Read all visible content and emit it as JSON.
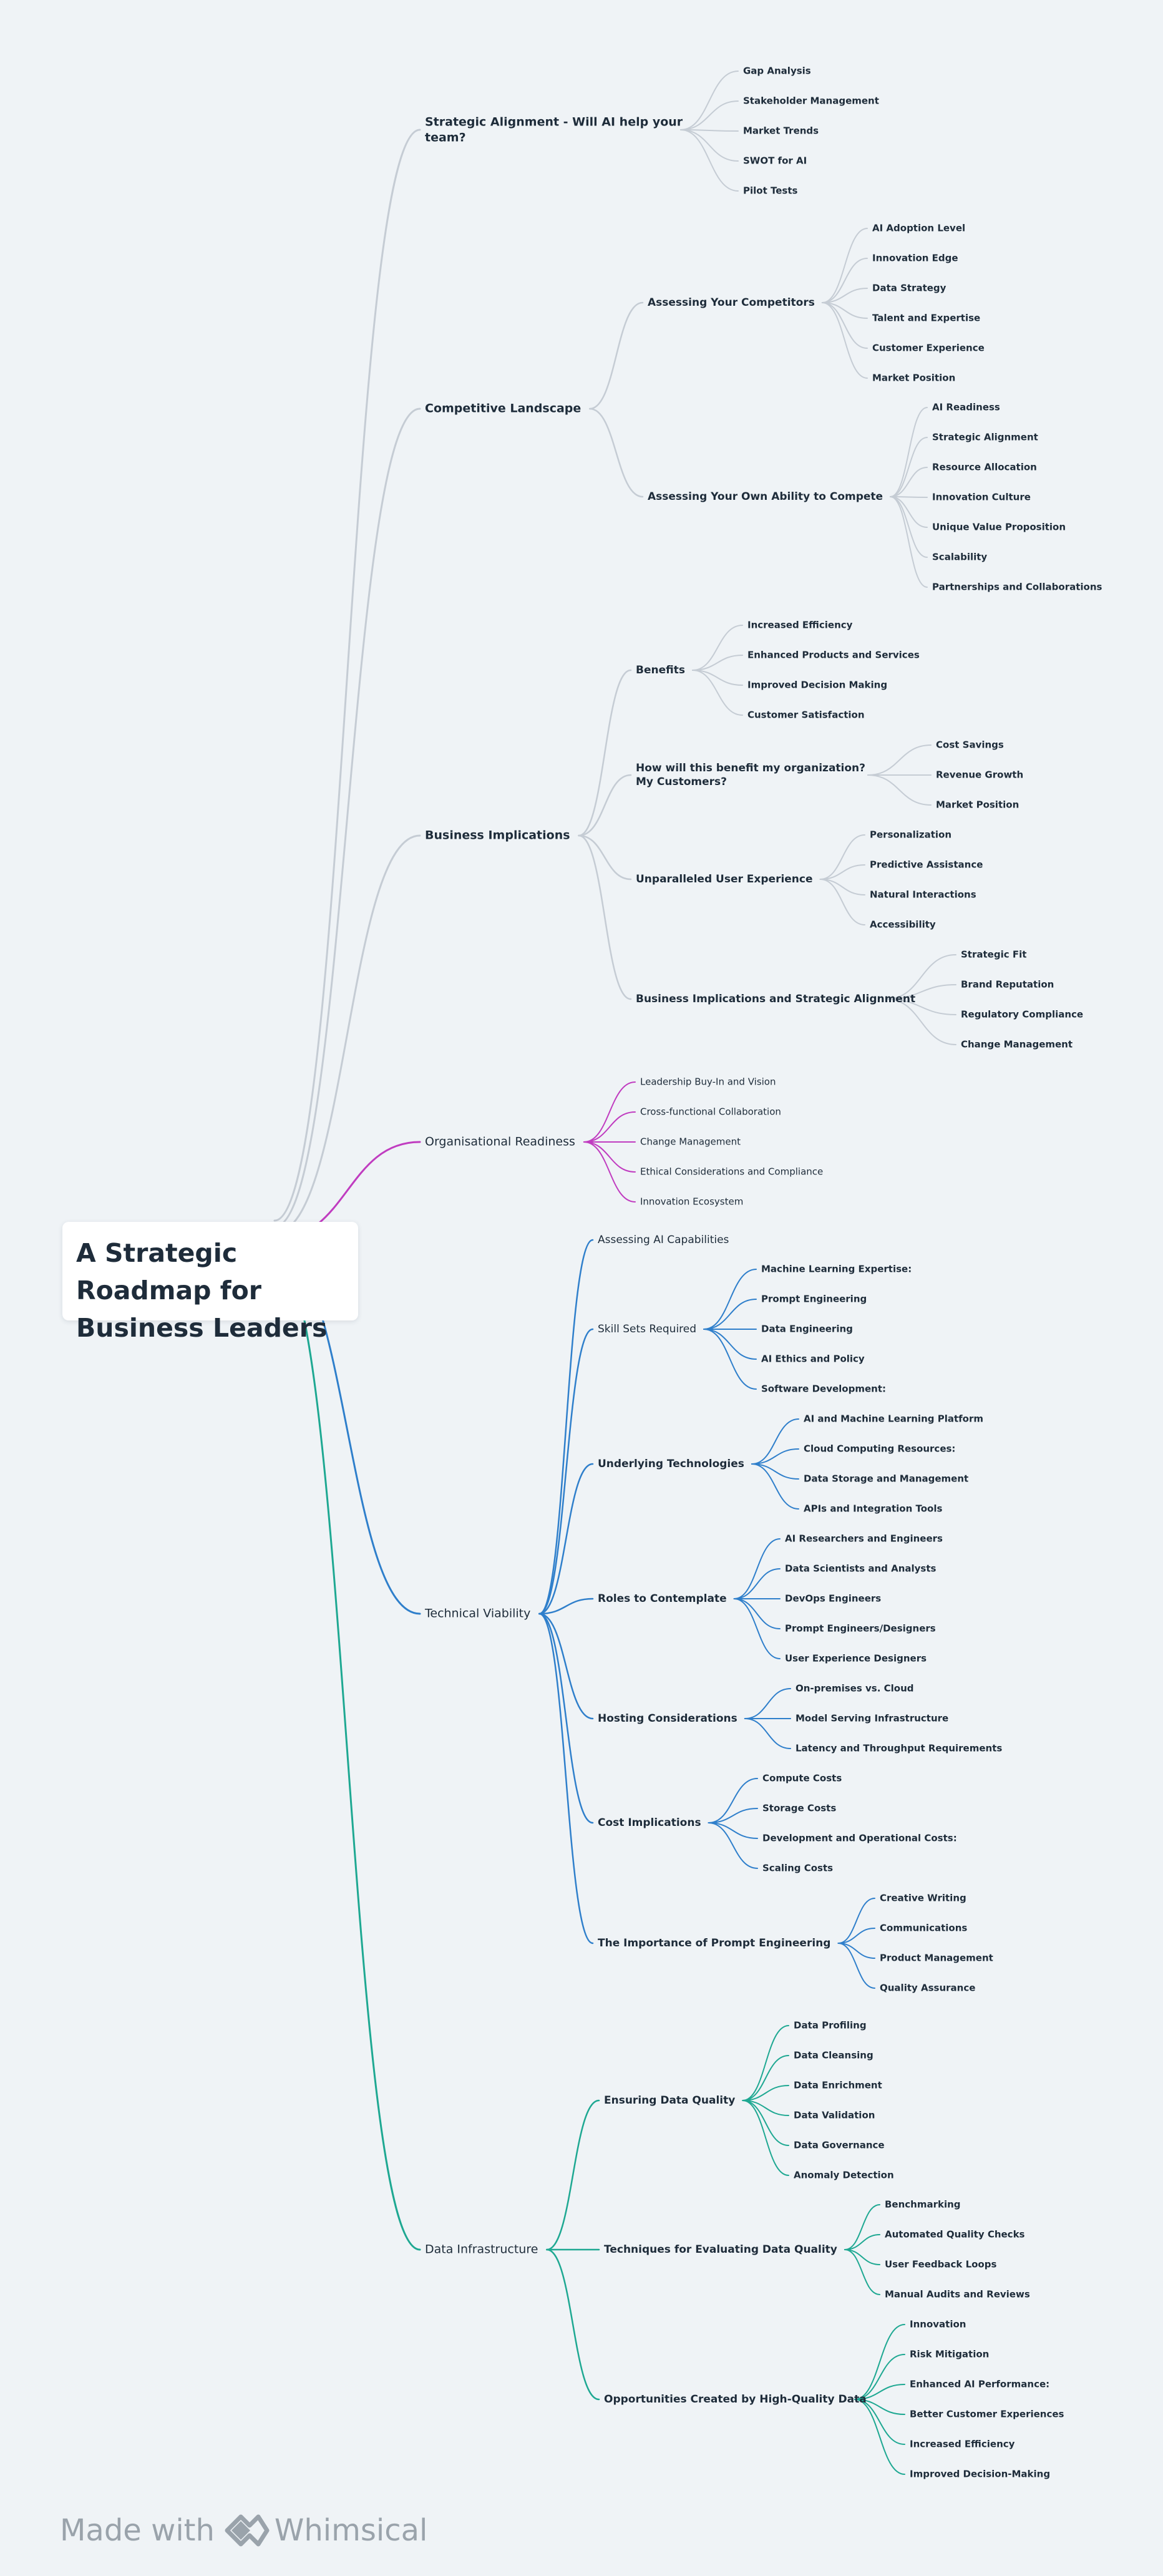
{
  "root": {
    "title": "A Strategic Roadmap for Business Leaders"
  },
  "colors": {
    "grey": "#c5ccd4",
    "magenta": "#c03cc0",
    "blue": "#2f7fcb",
    "teal": "#1ea892"
  },
  "footer": {
    "made_with": "Made with",
    "brand": "Whimsical"
  },
  "branches": [
    {
      "label": "Strategic Alignment - Will AI help your team?",
      "color": "grey",
      "children": [
        {
          "label": "Gap Analysis"
        },
        {
          "label": "Stakeholder Management"
        },
        {
          "label": "Market Trends"
        },
        {
          "label": "SWOT for AI"
        },
        {
          "label": "Pilot Tests"
        }
      ]
    },
    {
      "label": "Competitive Landscape",
      "color": "grey",
      "children": [
        {
          "label": "Assessing Your Competitors",
          "children": [
            {
              "label": "AI Adoption Level"
            },
            {
              "label": "Innovation Edge"
            },
            {
              "label": "Data Strategy"
            },
            {
              "label": "Talent and Expertise"
            },
            {
              "label": "Customer Experience"
            },
            {
              "label": "Market Position"
            }
          ]
        },
        {
          "label": "Assessing Your Own Ability to Compete",
          "children": [
            {
              "label": "AI Readiness"
            },
            {
              "label": "Strategic Alignment"
            },
            {
              "label": "Resource Allocation"
            },
            {
              "label": "Innovation Culture"
            },
            {
              "label": "Unique Value Proposition"
            },
            {
              "label": "Scalability"
            },
            {
              "label": "Partnerships and Collaborations"
            }
          ]
        }
      ]
    },
    {
      "label": "Business Implications",
      "color": "grey",
      "children": [
        {
          "label": "Benefits",
          "children": [
            {
              "label": "Increased Efficiency"
            },
            {
              "label": "Enhanced Products and Services"
            },
            {
              "label": "Improved Decision Making"
            },
            {
              "label": "Customer Satisfaction"
            }
          ]
        },
        {
          "label": "How will this benefit my organization? My Customers?",
          "children": [
            {
              "label": "Cost Savings"
            },
            {
              "label": "Revenue Growth"
            },
            {
              "label": "Market Position"
            }
          ]
        },
        {
          "label": "Unparalleled User Experience",
          "children": [
            {
              "label": "Personalization"
            },
            {
              "label": "Predictive Assistance"
            },
            {
              "label": "Natural Interactions"
            },
            {
              "label": "Accessibility"
            }
          ]
        },
        {
          "label": "Business Implications and Strategic Alignment",
          "children": [
            {
              "label": "Strategic Fit"
            },
            {
              "label": "Brand Reputation"
            },
            {
              "label": "Regulatory Compliance"
            },
            {
              "label": "Change Management"
            }
          ]
        }
      ]
    },
    {
      "label": "Organisational Readiness",
      "color": "magenta",
      "children": [
        {
          "label": "Leadership Buy-In and Vision"
        },
        {
          "label": "Cross-functional Collaboration"
        },
        {
          "label": "Change Management"
        },
        {
          "label": "Ethical Considerations and Compliance"
        },
        {
          "label": "Innovation Ecosystem"
        }
      ]
    },
    {
      "label": "Technical Viability",
      "color": "blue",
      "children": [
        {
          "label": "Assessing AI Capabilities"
        },
        {
          "label": "Skill Sets Required",
          "children": [
            {
              "label": "Machine Learning Expertise:"
            },
            {
              "label": "Prompt Engineering"
            },
            {
              "label": "Data Engineering"
            },
            {
              "label": "AI Ethics and Policy"
            },
            {
              "label": "Software Development:"
            }
          ]
        },
        {
          "label": "Underlying Technologies",
          "children": [
            {
              "label": "AI and Machine Learning Platform"
            },
            {
              "label": "Cloud Computing Resources:"
            },
            {
              "label": "Data Storage and Management"
            },
            {
              "label": "APIs and Integration Tools"
            }
          ]
        },
        {
          "label": "Roles to Contemplate",
          "children": [
            {
              "label": "AI Researchers and Engineers"
            },
            {
              "label": "Data Scientists and Analysts"
            },
            {
              "label": "DevOps Engineers"
            },
            {
              "label": "Prompt Engineers/Designers"
            },
            {
              "label": "User Experience Designers"
            }
          ]
        },
        {
          "label": "Hosting Considerations",
          "children": [
            {
              "label": "On-premises vs. Cloud"
            },
            {
              "label": "Model Serving Infrastructure"
            },
            {
              "label": "Latency and Throughput Requirements"
            }
          ]
        },
        {
          "label": "Cost Implications",
          "children": [
            {
              "label": "Compute Costs"
            },
            {
              "label": "Storage Costs"
            },
            {
              "label": "Development and Operational Costs:"
            },
            {
              "label": "Scaling Costs"
            }
          ]
        },
        {
          "label": "The Importance of Prompt Engineering",
          "children": [
            {
              "label": "Creative Writing"
            },
            {
              "label": "Communications"
            },
            {
              "label": "Product Management"
            },
            {
              "label": "Quality Assurance"
            }
          ]
        }
      ]
    },
    {
      "label": "Data Infrastructure",
      "color": "teal",
      "children": [
        {
          "label": "Ensuring Data Quality",
          "children": [
            {
              "label": "Data Profiling"
            },
            {
              "label": "Data Cleansing"
            },
            {
              "label": "Data Enrichment"
            },
            {
              "label": "Data Validation"
            },
            {
              "label": "Data Governance"
            },
            {
              "label": "Anomaly Detection"
            }
          ]
        },
        {
          "label": "Techniques for Evaluating Data Quality",
          "children": [
            {
              "label": "Benchmarking"
            },
            {
              "label": "Automated Quality Checks"
            },
            {
              "label": "User Feedback Loops"
            },
            {
              "label": "Manual Audits and Reviews"
            }
          ]
        },
        {
          "label": "Opportunities Created by High-Quality Data",
          "children": [
            {
              "label": "Innovation"
            },
            {
              "label": "Risk Mitigation"
            },
            {
              "label": "Enhanced AI Performance:"
            },
            {
              "label": "Better Customer Experiences"
            },
            {
              "label": "Increased Efficiency"
            },
            {
              "label": "Improved Decision-Making"
            }
          ]
        }
      ]
    }
  ]
}
